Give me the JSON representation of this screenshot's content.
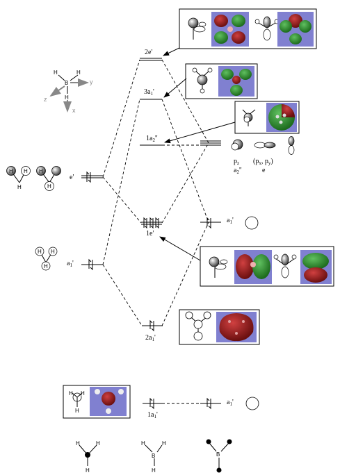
{
  "axes_inset": {
    "H": "H",
    "B": "B",
    "y": "y",
    "z": "z",
    "x": "x"
  },
  "levels": {
    "2e": "2e'",
    "3a1": "3a",
    "3a1_sub": "1",
    "3a1_tail": "'",
    "1a2": "1a",
    "1a2_sub": "2",
    "1a2_tail": "''",
    "1e": "1e'",
    "2a1": "2a",
    "2a1_sub": "1",
    "2a1_tail": "'",
    "1a1": "1a",
    "1a1_sub": "1",
    "1a1_tail": "'"
  },
  "h3_fragment": {
    "e": "e'",
    "a1": "a",
    "a1_sub": "1",
    "a1_tail": "'",
    "H": "H"
  },
  "boron_fragment": {
    "a1": "a",
    "a1_sub": "1",
    "a1_tail": "'",
    "pz": "p",
    "pz_sub": "z",
    "pz_sym": "a",
    "pz_sym_sub": "2",
    "pz_sym_tail": "''",
    "pxy": "(p",
    "pxy_sub1": "x",
    "pxy_mid": ", p",
    "pxy_sub2": "y",
    "pxy_tail": ")",
    "pxy_sym": "e"
  },
  "bottom_structures": {
    "H": "H",
    "B": "B"
  },
  "colors": {
    "orbital_red": "#8b1a1a",
    "orbital_green": "#2e8b2e",
    "orbital_bg": "#8080d0",
    "axis_gray": "#8a8a8a"
  }
}
